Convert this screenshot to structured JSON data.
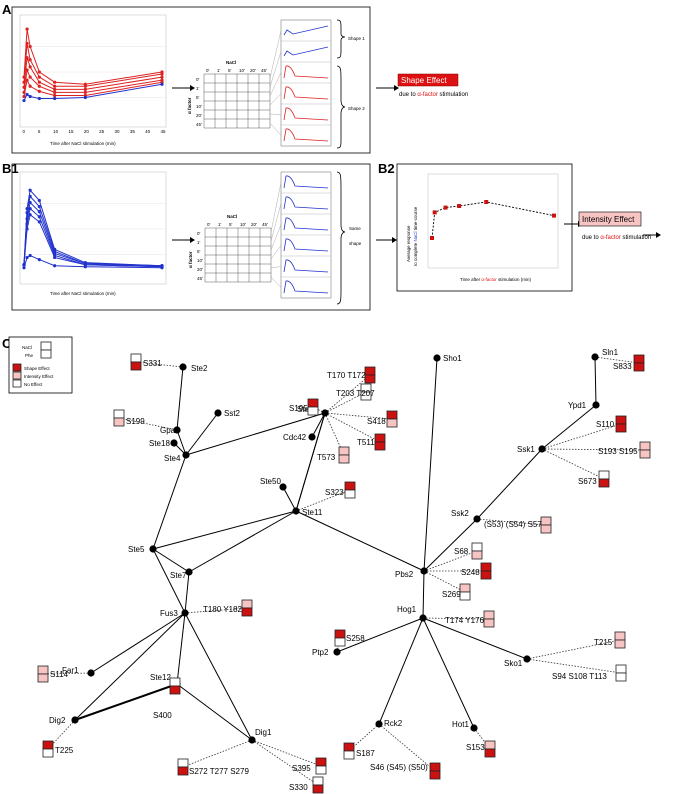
{
  "panels": {
    "a": "A",
    "b1": "B1",
    "b2": "B2",
    "c": "C"
  },
  "colors": {
    "shape_effect": "#cc1111",
    "intensity_effect": "#f7c4c4",
    "no_effect": "#ffffff",
    "red_series": "#dd2222",
    "blue_series": "#2233cc"
  },
  "panel_a": {
    "xlabel": "Time after NaCl stimulation (min)",
    "xticks": [
      "0",
      "5",
      "10",
      "15",
      "20",
      "25",
      "30",
      "35",
      "40",
      "45"
    ],
    "grid_col_header": "NaCl",
    "grid_row_header": "α factor",
    "grid_cols": [
      "0'",
      "1'",
      "5'",
      "10'",
      "20'",
      "45'"
    ],
    "grid_rows": [
      "0'",
      "1'",
      "5'",
      "10'",
      "20'",
      "45'"
    ],
    "shape1": "Shape 1",
    "shape2": "Shape 2",
    "effect_box": "Shape Effect",
    "due_prefix": "due to ",
    "due_factor": "α-factor",
    "due_suffix": " stimulation"
  },
  "panel_b1": {
    "xlabel": "Time after NaCl stimulation (min)",
    "grid_col_header": "NaCl",
    "grid_row_header": "α factor",
    "grid_cols": [
      "0'",
      "1'",
      "5'",
      "10'",
      "20'",
      "45'"
    ],
    "grid_rows": [
      "0'",
      "1'",
      "5'",
      "10'",
      "20'",
      "45'"
    ],
    "same": "Same",
    "shape": "shape"
  },
  "panel_b2": {
    "ylabel_1": "Average response",
    "ylabel_2a": "to complete ",
    "ylabel_2b": "NaCl",
    "ylabel_2c": " time-course",
    "xlabel_a": "Time after ",
    "xlabel_b": "α-factor",
    "xlabel_c": " stimulation (min)",
    "effect_box": "Intensity Effect",
    "due_prefix": "due to ",
    "due_factor": "α-factor",
    "due_suffix": " stimulation"
  },
  "chart_data": [
    {
      "type": "line",
      "panel": "A",
      "xlabel": "Time after NaCl stimulation (min)",
      "x": [
        0,
        1,
        2,
        5,
        10,
        20,
        45
      ],
      "series": [
        {
          "color": "red",
          "values": [
            0.45,
            0.92,
            0.75,
            0.5,
            0.4,
            0.38,
            0.5
          ]
        },
        {
          "color": "red",
          "values": [
            0.4,
            0.78,
            0.62,
            0.45,
            0.36,
            0.36,
            0.48
          ]
        },
        {
          "color": "red",
          "values": [
            0.35,
            0.64,
            0.55,
            0.4,
            0.33,
            0.33,
            0.45
          ]
        },
        {
          "color": "red",
          "values": [
            0.3,
            0.52,
            0.45,
            0.36,
            0.3,
            0.3,
            0.42
          ]
        },
        {
          "color": "red",
          "values": [
            0.26,
            0.42,
            0.36,
            0.31,
            0.27,
            0.27,
            0.4
          ]
        },
        {
          "color": "blue",
          "values": [
            0.22,
            0.28,
            0.26,
            0.24,
            0.24,
            0.25,
            0.38
          ]
        }
      ]
    },
    {
      "type": "line",
      "panel": "B1",
      "xlabel": "Time after NaCl stimulation (min)",
      "x": [
        0,
        1,
        2,
        5,
        10,
        20,
        45
      ],
      "series": [
        {
          "color": "blue",
          "values": [
            0.15,
            0.7,
            0.88,
            0.78,
            0.3,
            0.17,
            0.14
          ]
        },
        {
          "color": "blue",
          "values": [
            0.15,
            0.66,
            0.82,
            0.72,
            0.28,
            0.16,
            0.14
          ]
        },
        {
          "color": "blue",
          "values": [
            0.15,
            0.6,
            0.76,
            0.67,
            0.26,
            0.16,
            0.14
          ]
        },
        {
          "color": "blue",
          "values": [
            0.15,
            0.55,
            0.7,
            0.62,
            0.24,
            0.15,
            0.13
          ]
        },
        {
          "color": "blue",
          "values": [
            0.15,
            0.5,
            0.64,
            0.57,
            0.22,
            0.15,
            0.13
          ]
        },
        {
          "color": "blue",
          "values": [
            0.12,
            0.22,
            0.24,
            0.2,
            0.14,
            0.13,
            0.12
          ]
        }
      ]
    },
    {
      "type": "line",
      "panel": "B2",
      "x": [
        0,
        1,
        5,
        10,
        20,
        45
      ],
      "values": [
        0.3,
        0.62,
        0.68,
        0.7,
        0.75,
        0.58
      ]
    }
  ],
  "legend": {
    "nacl": "NaCl",
    "phe": "Phe",
    "shape": "Shape Effect",
    "intensity": "Intensity Effect",
    "none": "No Effect"
  },
  "network": {
    "nodes": [
      {
        "id": "ste2",
        "label": "Ste2"
      },
      {
        "id": "gpa1",
        "label": "Gpa1"
      },
      {
        "id": "sst2",
        "label": "Sst2"
      },
      {
        "id": "ste18",
        "label": "Ste18"
      },
      {
        "id": "ste4",
        "label": "Ste4"
      },
      {
        "id": "ste20",
        "label": "Ste20"
      },
      {
        "id": "cdc42",
        "label": "Cdc42"
      },
      {
        "id": "ste50",
        "label": "Ste50"
      },
      {
        "id": "ste11",
        "label": "Ste11"
      },
      {
        "id": "ste5",
        "label": "Ste5"
      },
      {
        "id": "ste7",
        "label": "Ste7"
      },
      {
        "id": "fus3",
        "label": "Fus3"
      },
      {
        "id": "far1",
        "label": "Far1"
      },
      {
        "id": "ste12",
        "label": "Ste12"
      },
      {
        "id": "dig2",
        "label": "Dig2"
      },
      {
        "id": "dig1",
        "label": "Dig1"
      },
      {
        "id": "sho1",
        "label": "Sho1"
      },
      {
        "id": "sln1",
        "label": "Sln1"
      },
      {
        "id": "ypd1",
        "label": "Ypd1"
      },
      {
        "id": "ssk1",
        "label": "Ssk1"
      },
      {
        "id": "ssk2",
        "label": "Ssk2"
      },
      {
        "id": "pbs2",
        "label": "Pbs2"
      },
      {
        "id": "hog1",
        "label": "Hog1"
      },
      {
        "id": "ptp2",
        "label": "Ptp2"
      },
      {
        "id": "rck2",
        "label": "Rck2"
      },
      {
        "id": "hot1",
        "label": "Hot1"
      },
      {
        "id": "sko1",
        "label": "Sko1"
      }
    ],
    "sites": [
      {
        "label": "S331",
        "nacl": "no",
        "phe": "shape"
      },
      {
        "label": "S199",
        "nacl": "no",
        "phe": "intensity"
      },
      {
        "label": "S195",
        "nacl": "shape",
        "phe": "no"
      },
      {
        "label": "T170 T172",
        "nacl": "shape",
        "phe": "shape"
      },
      {
        "label": "T203 T207",
        "nacl": "no",
        "phe": "no"
      },
      {
        "label": "S418",
        "nacl": "shape",
        "phe": "intensity"
      },
      {
        "label": "T511",
        "nacl": "shape",
        "phe": "shape"
      },
      {
        "label": "T573",
        "nacl": "intensity",
        "phe": "intensity"
      },
      {
        "label": "S323",
        "nacl": "shape",
        "phe": "no"
      },
      {
        "label": "T180 Y182",
        "nacl": "intensity",
        "phe": "shape"
      },
      {
        "label": "S114",
        "nacl": "intensity",
        "phe": "intensity"
      },
      {
        "label": "S400",
        "nacl": "no",
        "phe": "shape"
      },
      {
        "label": "T225",
        "nacl": "shape",
        "phe": "no"
      },
      {
        "label": "S272 T277 S279",
        "nacl": "no",
        "phe": "shape"
      },
      {
        "label": "S395",
        "nacl": "shape",
        "phe": "no"
      },
      {
        "label": "S330",
        "nacl": "no",
        "phe": "shape"
      },
      {
        "label": "S833",
        "nacl": "shape",
        "phe": "shape"
      },
      {
        "label": "S110",
        "nacl": "shape",
        "phe": "shape"
      },
      {
        "label": "S193 S195",
        "nacl": "intensity",
        "phe": "intensity"
      },
      {
        "label": "S673",
        "nacl": "no",
        "phe": "shape"
      },
      {
        "label": "(S53) (S54) S57",
        "nacl": "intensity",
        "phe": "intensity"
      },
      {
        "label": "S68",
        "nacl": "no",
        "phe": "intensity"
      },
      {
        "label": "S248",
        "nacl": "shape",
        "phe": "shape"
      },
      {
        "label": "S269",
        "nacl": "intensity",
        "phe": "no"
      },
      {
        "label": "T174 Y176",
        "nacl": "intensity",
        "phe": "intensity"
      },
      {
        "label": "S258",
        "nacl": "shape",
        "phe": "no"
      },
      {
        "label": "T215",
        "nacl": "intensity",
        "phe": "intensity"
      },
      {
        "label": "S94 S108 T113",
        "nacl": "no",
        "phe": "no"
      },
      {
        "label": "S153",
        "nacl": "intensity",
        "phe": "shape"
      },
      {
        "label": "S187",
        "nacl": "shape",
        "phe": "no"
      },
      {
        "label": "S46 (S45) (S50)",
        "nacl": "shape",
        "phe": "shape"
      }
    ]
  }
}
